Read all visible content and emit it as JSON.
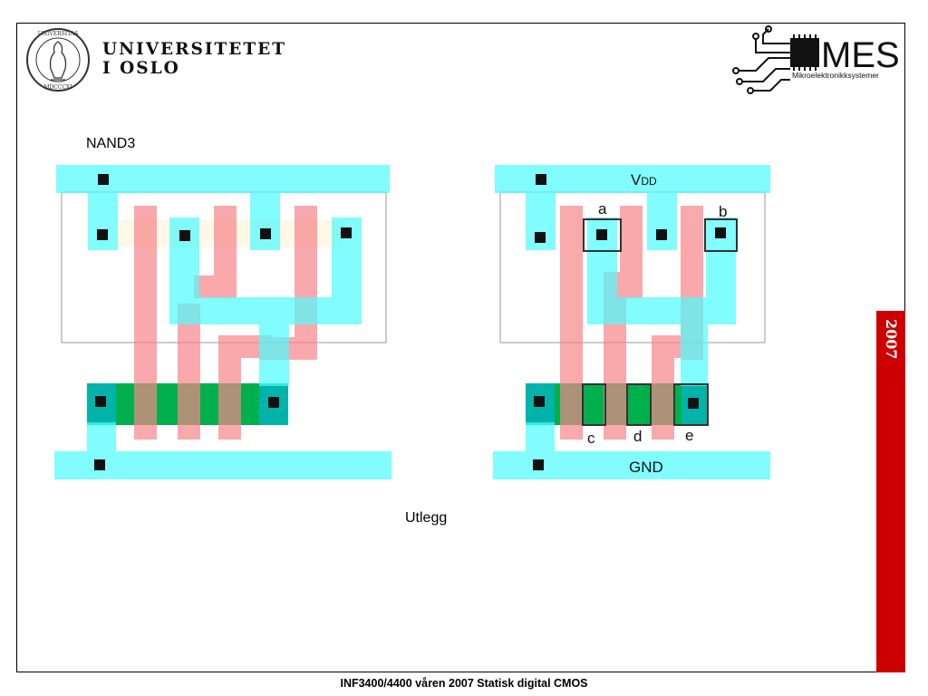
{
  "header": {
    "university_line1": "UNIVERSITETET",
    "university_line2": "I OSLO",
    "mes_logo_text": "MES",
    "mes_logo_subtitle": "Mikroelektronikksystemer"
  },
  "sidebar": {
    "year": "2007"
  },
  "left_diagram": {
    "title": "NAND3"
  },
  "right_diagram": {
    "vdd_label_main": "V",
    "vdd_label_sub": "DD",
    "gnd_label": "GND",
    "node_labels": {
      "a": "a",
      "b": "b",
      "c": "c",
      "d": "d",
      "e": "e"
    }
  },
  "caption": "Utlegg",
  "footer": "INF3400/4400 våren 2007 Statisk digital CMOS",
  "colors": {
    "metal": "#4dfcff",
    "poly": "#f7868a",
    "diffusion": "#00b04c",
    "contact": "#111111",
    "nwell_outline": "#999999",
    "year_bar": "#cc0000"
  }
}
